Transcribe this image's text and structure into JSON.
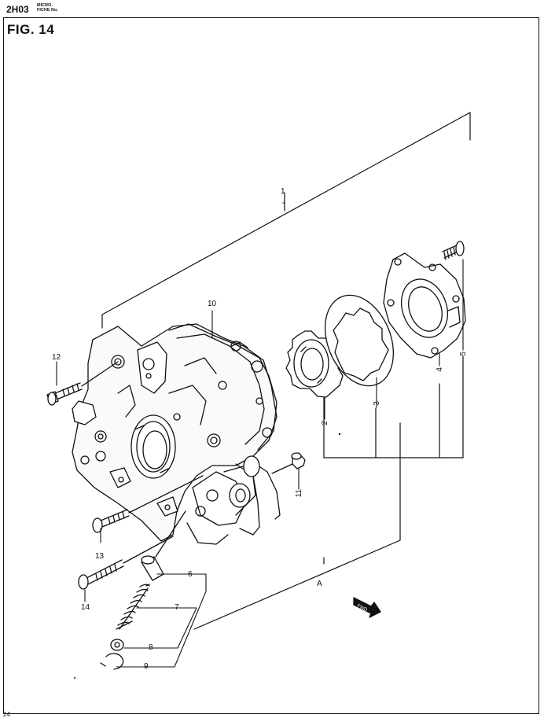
{
  "header": {
    "code": "2H03",
    "micro_line1": "MICRO-",
    "micro_line2": "FICHE No."
  },
  "figure": {
    "title": "FIG.  14"
  },
  "callouts": {
    "c1": "1",
    "c2": "2",
    "c3": "3",
    "c4": "4",
    "c5": "5",
    "c6": "6",
    "c7": "7",
    "c8": "8",
    "c9": "9",
    "c10": "10",
    "c11": "11",
    "c12": "12",
    "c13": "13",
    "c14": "14",
    "cA": "A"
  },
  "fwd_label": "FWD",
  "footer": {
    "page": "24"
  }
}
